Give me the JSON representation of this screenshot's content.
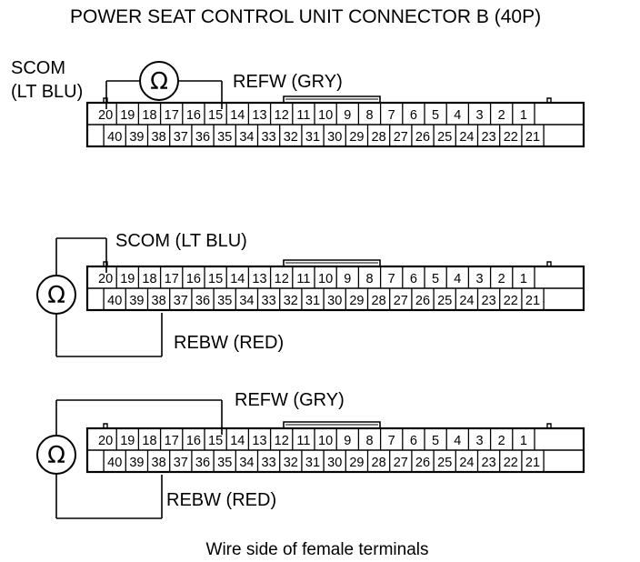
{
  "title": "POWER SEAT CONTROL UNIT CONNECTOR B (40P)",
  "caption": "Wire side of female terminals",
  "ohm_symbol": "Ω",
  "pins_top": [
    "20",
    "19",
    "18",
    "17",
    "16",
    "15",
    "14",
    "13",
    "12",
    "11",
    "10",
    "9",
    "8",
    "7",
    "6",
    "5",
    "4",
    "3",
    "2",
    "1"
  ],
  "pins_bottom": [
    "",
    "40",
    "39",
    "38",
    "37",
    "36",
    "35",
    "34",
    "33",
    "32",
    "31",
    "30",
    "29",
    "28",
    "27",
    "26",
    "25",
    "24",
    "23",
    "22",
    "21"
  ],
  "tests": [
    {
      "labels": {
        "scom1": "SCOM",
        "scom2": "(LT BLU)",
        "refw": "REFW (GRY)"
      },
      "probe_a_pin": "20",
      "probe_b_pin": "15"
    },
    {
      "labels": {
        "scom": "SCOM (LT BLU)",
        "rebw": "REBW (RED)"
      },
      "probe_a_pin": "20",
      "probe_b_pin": "38"
    },
    {
      "labels": {
        "refw": "REFW (GRY)",
        "rebw": "REBW (RED)"
      },
      "probe_a_pin": "15",
      "probe_b_pin": "38"
    }
  ]
}
